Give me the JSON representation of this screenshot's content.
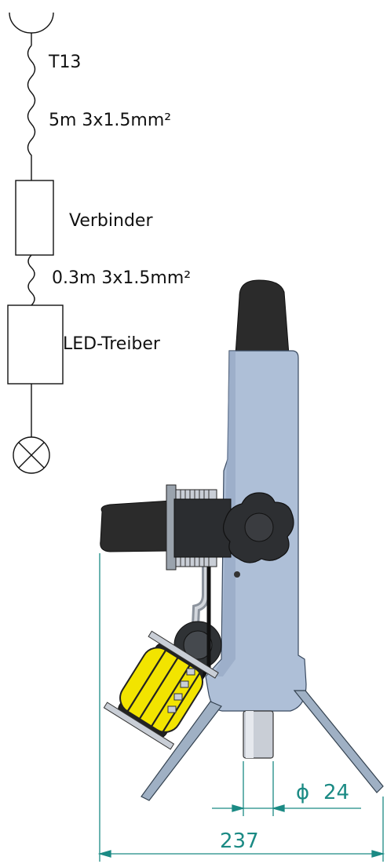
{
  "schematic": {
    "socket_label": "T13",
    "cable1_label": "5m 3x1.5mm²",
    "connector_label": "Verbinder",
    "cable2_label": "0.3m 3x1.5mm²",
    "driver_label": "LED-Treiber"
  },
  "dimensions": {
    "diameter_symbol": "ϕ",
    "diameter_value": "24",
    "width_value": "237"
  },
  "colors": {
    "line": "#111111",
    "dimension": "#1b8a84",
    "frame": "#aebfd7",
    "frame_dark": "#7f93ad",
    "handle": "#2b2b2b",
    "cable": "#f2e400",
    "metal": "#c9ced6"
  }
}
